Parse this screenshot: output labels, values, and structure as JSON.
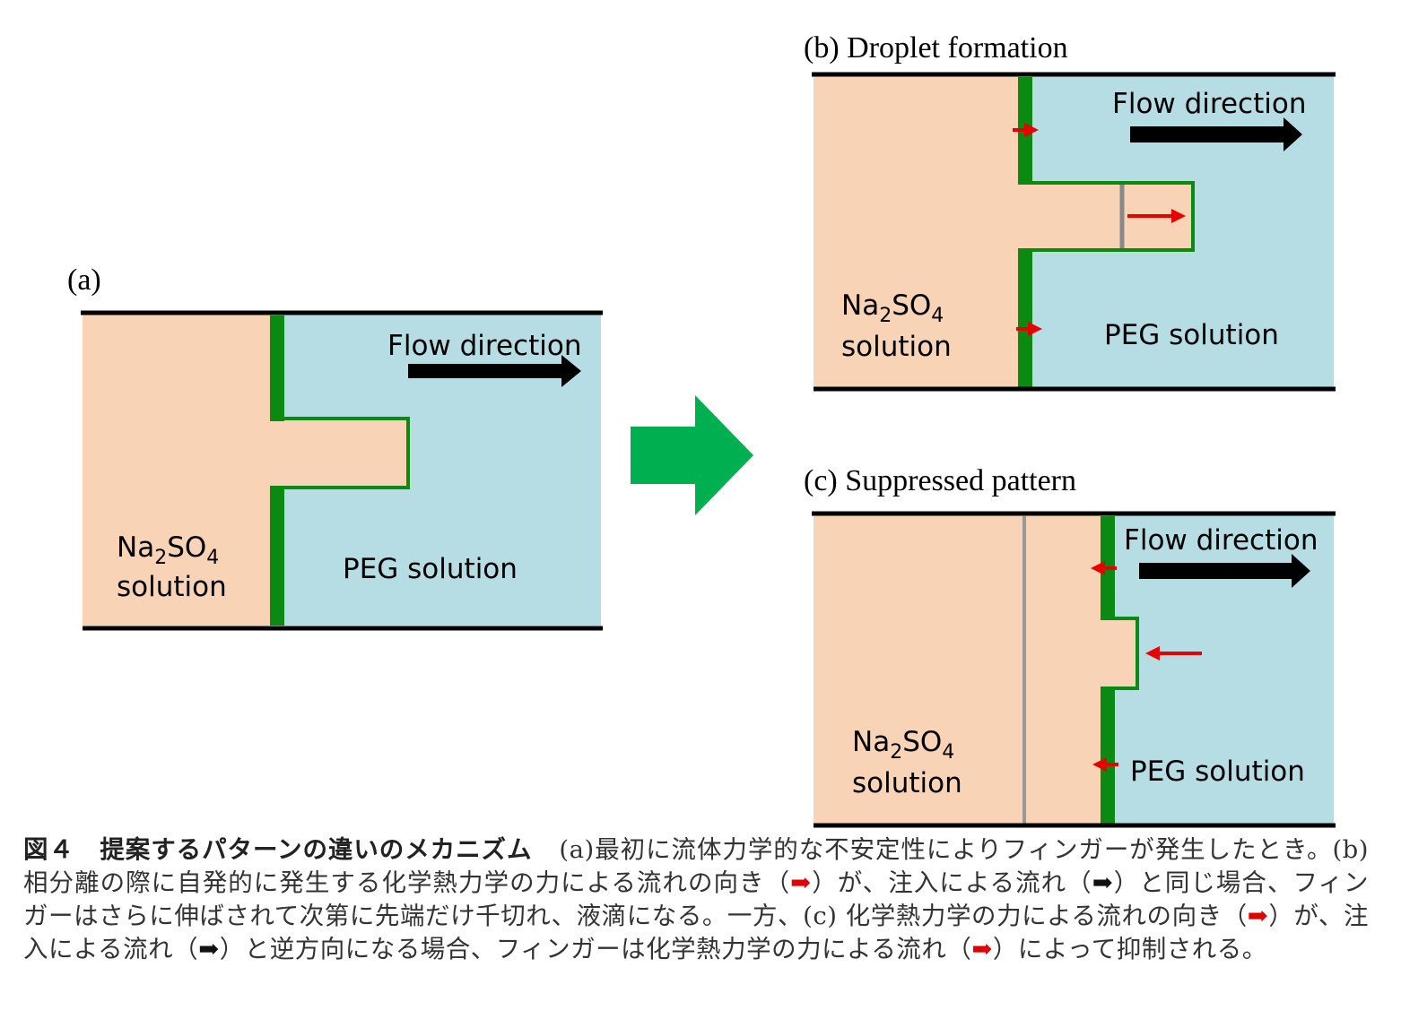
{
  "panels": {
    "a": {
      "label": "(a)",
      "flow_label": "Flow direction",
      "left_fluid": {
        "main": "Na",
        "sub1": "2",
        "mid": "SO",
        "sub2": "4",
        "line2": "solution"
      },
      "right_fluid": "PEG solution"
    },
    "b": {
      "label": "(b) Droplet formation",
      "flow_label": "Flow direction",
      "left_fluid": {
        "main": "Na",
        "sub1": "2",
        "mid": "SO",
        "sub2": "4",
        "line2": "solution"
      },
      "right_fluid": "PEG solution"
    },
    "c": {
      "label": "(c) Suppressed pattern",
      "flow_label": "Flow direction",
      "left_fluid": {
        "main": "Na",
        "sub1": "2",
        "mid": "SO",
        "sub2": "4",
        "line2": "solution"
      },
      "right_fluid": "PEG solution"
    }
  },
  "colors": {
    "na2so4": "#f9d3b5",
    "peg": "#b6dde4",
    "interface": "#0a8a12",
    "wall": "#000000",
    "transition_arrow": "#00b050",
    "chem_flow_arrow": "#e60000",
    "flow_arrow": "#000000",
    "boundary_line": "#999999"
  },
  "caption": {
    "title": "図４　提案するパターンの違いのメカニズム",
    "part1": "(a)最初に流体力学的な不安定性によりフィンガーが発生したとき。(b)相分離の際に自発的に発生する化学熱力学の力による流れの向き（",
    "arrow_red": "➡",
    "part2": "）が、注入による流れ（",
    "arrow_black": "➡",
    "part3": "）と同じ場合、フィンガーはさらに伸ばされて次第に先端だけ千切れ、液滴になる。一方、(c) 化学熱力学の力による流れの向き（",
    "part4": "）が、注入による流れ（",
    "part5": "）と逆方向になる場合、フィンガーは化学熱力学の力による流れ（",
    "part6": "）によって抑制される。"
  }
}
